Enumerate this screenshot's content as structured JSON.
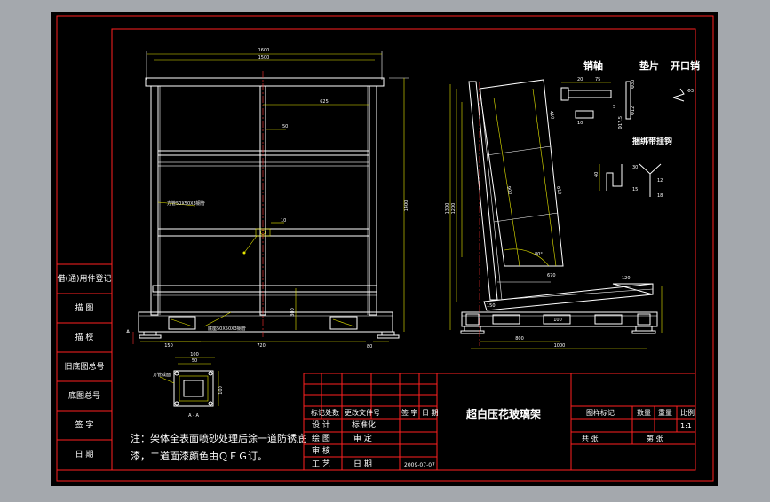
{
  "colors": {
    "window_bg": "#a4a8ad",
    "sheet_bg": "#000000",
    "frame": "#ff2020",
    "lines": "#ffffff",
    "dimensions": "#e8e800",
    "centerlines": "#ff3030"
  },
  "side_stamp": {
    "rows": [
      "借(通)用件登记",
      "描 图",
      "描 校",
      "旧底图总号",
      "底图总号",
      "签 字",
      "日 期"
    ]
  },
  "front_view": {
    "dims": {
      "overall_outer": "1600",
      "overall_inner": "1500",
      "half_width": "625",
      "post": "50",
      "bolt": "10",
      "height": "1400",
      "base": "300",
      "foot": "150",
      "spacing": "720",
      "base_gap": "80"
    },
    "notes": {
      "left_callout": "方管50X50X3钢管",
      "base_callout": "底座50X50X3钢管"
    },
    "section_mark": "A"
  },
  "section_aa": {
    "dims": {
      "top": "100",
      "inner": "50",
      "side": "100"
    },
    "label": "A - A",
    "left_note": "方管截面"
  },
  "side_view": {
    "dims": {
      "total_height": "1300",
      "inner_height": "1200",
      "slant": "900",
      "slant2": "810",
      "upper": "410",
      "angle": "80°",
      "depth": "120",
      "bottom_width": "1000",
      "base_len": "800",
      "foot_gap": "100",
      "rib": "150",
      "back": "670"
    }
  },
  "parts": {
    "pin": "销轴",
    "washer": "垫片",
    "split_pin": "开口销",
    "strap_hook": "捆绑带挂钩",
    "pin_dims": [
      "20",
      "75",
      "10",
      "5",
      "Φ30",
      "Φ12",
      "Φ17.5",
      "Φ3"
    ],
    "hook_dims": [
      "40",
      "30",
      "15",
      "12",
      "18"
    ]
  },
  "title_block": {
    "drawing_title": "超白压花玻璃架",
    "header_cols": [
      "标记",
      "处数",
      "更改文件号",
      "签 字",
      "日 期"
    ],
    "roles": [
      "设 计",
      "绘 图",
      "审 核",
      "工 艺"
    ],
    "std_label": "标准化",
    "approve_label": "审 定",
    "date_label": "日 期",
    "date_value": "2009-07-07",
    "right_cols": [
      "图样标记",
      "数量",
      "重量",
      "比例"
    ],
    "scale": "1:1",
    "sheets_total": "共 张",
    "sheet_no": "第 张"
  },
  "note": {
    "line1": "注：架体全表面喷砂处理后涂一道防锈底",
    "line2": "漆，二道面漆颜色由ＱＦＧ订。"
  }
}
